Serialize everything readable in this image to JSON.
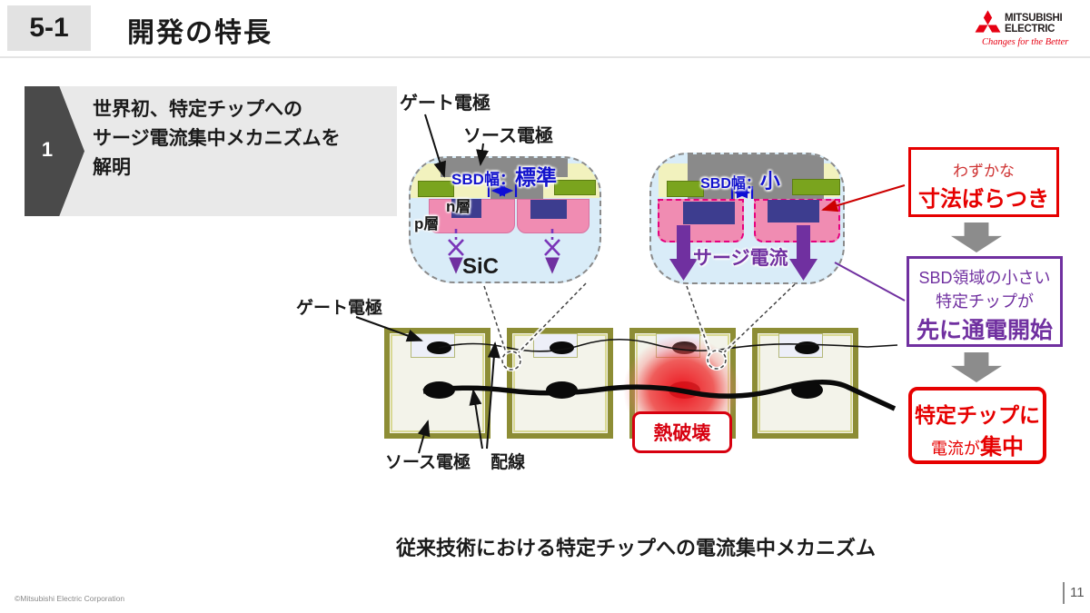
{
  "header": {
    "number": "5-1",
    "title": "開発の特長"
  },
  "logo": {
    "name_line1": "MITSUBISHI",
    "name_line2": "ELECTRIC",
    "tagline": "Changes for the Better"
  },
  "feature": {
    "number": "1",
    "lines": [
      "世界初、特定チップへの",
      "サージ電流集中メカニズムを",
      "解明"
    ]
  },
  "cross_section_standard": {
    "gate_label": "ゲート電極",
    "source_label": "ソース電極",
    "sbd_prefix": "SBD幅：",
    "sbd_value": "標準",
    "n_label": "n層",
    "p_label": "p層",
    "substrate_label": "SiC"
  },
  "cross_section_small": {
    "sbd_prefix": "SBD幅：",
    "sbd_value": "小",
    "surge_label": "サージ電流"
  },
  "chip_row": {
    "gate_label": "ゲート電極",
    "source_label": "ソース電極",
    "wiring_label": "配線",
    "thermal_label": "熱破壊"
  },
  "flow": {
    "box1": {
      "line1": "わずかな",
      "line2": "寸法ばらつき"
    },
    "box2": {
      "line1": "SBD領域の小さい",
      "line2": "特定チップが",
      "line3": "先に通電開始"
    },
    "box3": {
      "line1": "特定チップに",
      "line2_normal": "電流が",
      "line2_bold": "集中"
    }
  },
  "caption": "従来技術における特定チップへの電流集中メカニズム",
  "footer": {
    "copyright": "©Mitsubishi Electric Corporation",
    "page": "11"
  },
  "colors": {
    "accent_red": "#e60000",
    "accent_purple": "#7030a0",
    "accent_blue": "#1313cc",
    "mitsubishi_red": "#e60012",
    "chip_olive": "#8d8d35",
    "p_well_pink": "#f08cb2",
    "n_region_navy": "#3d3d8f",
    "sic_blue": "#d9ecf8",
    "electrode_gray": "#8a8a8a"
  }
}
